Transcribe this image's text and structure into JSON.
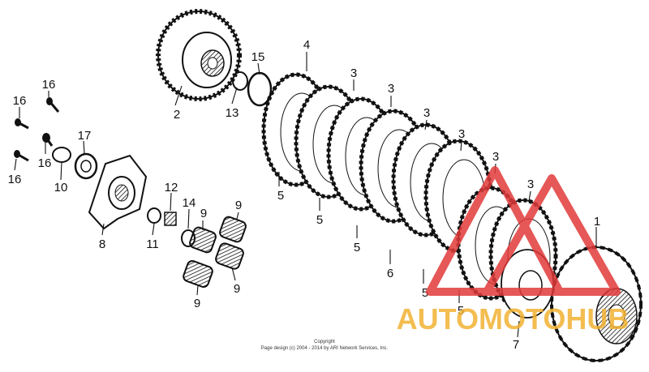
{
  "callouts": [
    {
      "id": "c1",
      "text": "1"
    },
    {
      "id": "c2",
      "text": "2"
    },
    {
      "id": "c3a",
      "text": "3"
    },
    {
      "id": "c3b",
      "text": "3"
    },
    {
      "id": "c3c",
      "text": "3"
    },
    {
      "id": "c3d",
      "text": "3"
    },
    {
      "id": "c3e",
      "text": "3"
    },
    {
      "id": "c3f",
      "text": "3"
    },
    {
      "id": "c4",
      "text": "4"
    },
    {
      "id": "c5a",
      "text": "5"
    },
    {
      "id": "c5b",
      "text": "5"
    },
    {
      "id": "c5c",
      "text": "5"
    },
    {
      "id": "c5d",
      "text": "5"
    },
    {
      "id": "c5e",
      "text": "5"
    },
    {
      "id": "c6",
      "text": "6"
    },
    {
      "id": "c7",
      "text": "7"
    },
    {
      "id": "c8",
      "text": "8"
    },
    {
      "id": "c9a",
      "text": "9"
    },
    {
      "id": "c9b",
      "text": "9"
    },
    {
      "id": "c9c",
      "text": "9"
    },
    {
      "id": "c9d",
      "text": "9"
    },
    {
      "id": "c10",
      "text": "10"
    },
    {
      "id": "c11",
      "text": "11"
    },
    {
      "id": "c12",
      "text": "12"
    },
    {
      "id": "c13",
      "text": "13"
    },
    {
      "id": "c14",
      "text": "14"
    },
    {
      "id": "c15",
      "text": "15"
    },
    {
      "id": "c16a",
      "text": "16"
    },
    {
      "id": "c16b",
      "text": "16"
    },
    {
      "id": "c16c",
      "text": "16"
    },
    {
      "id": "c16d",
      "text": "16"
    },
    {
      "id": "c17",
      "text": "17"
    }
  ],
  "copyright": {
    "line1": "Copyright",
    "line2": "Page design (c) 2004 - 2014 by ARI Network Services, Inc."
  },
  "watermark": {
    "text": "AUTOMOTOHUB",
    "color_red": "#e23a3a",
    "color_gold": "#f2b233"
  }
}
